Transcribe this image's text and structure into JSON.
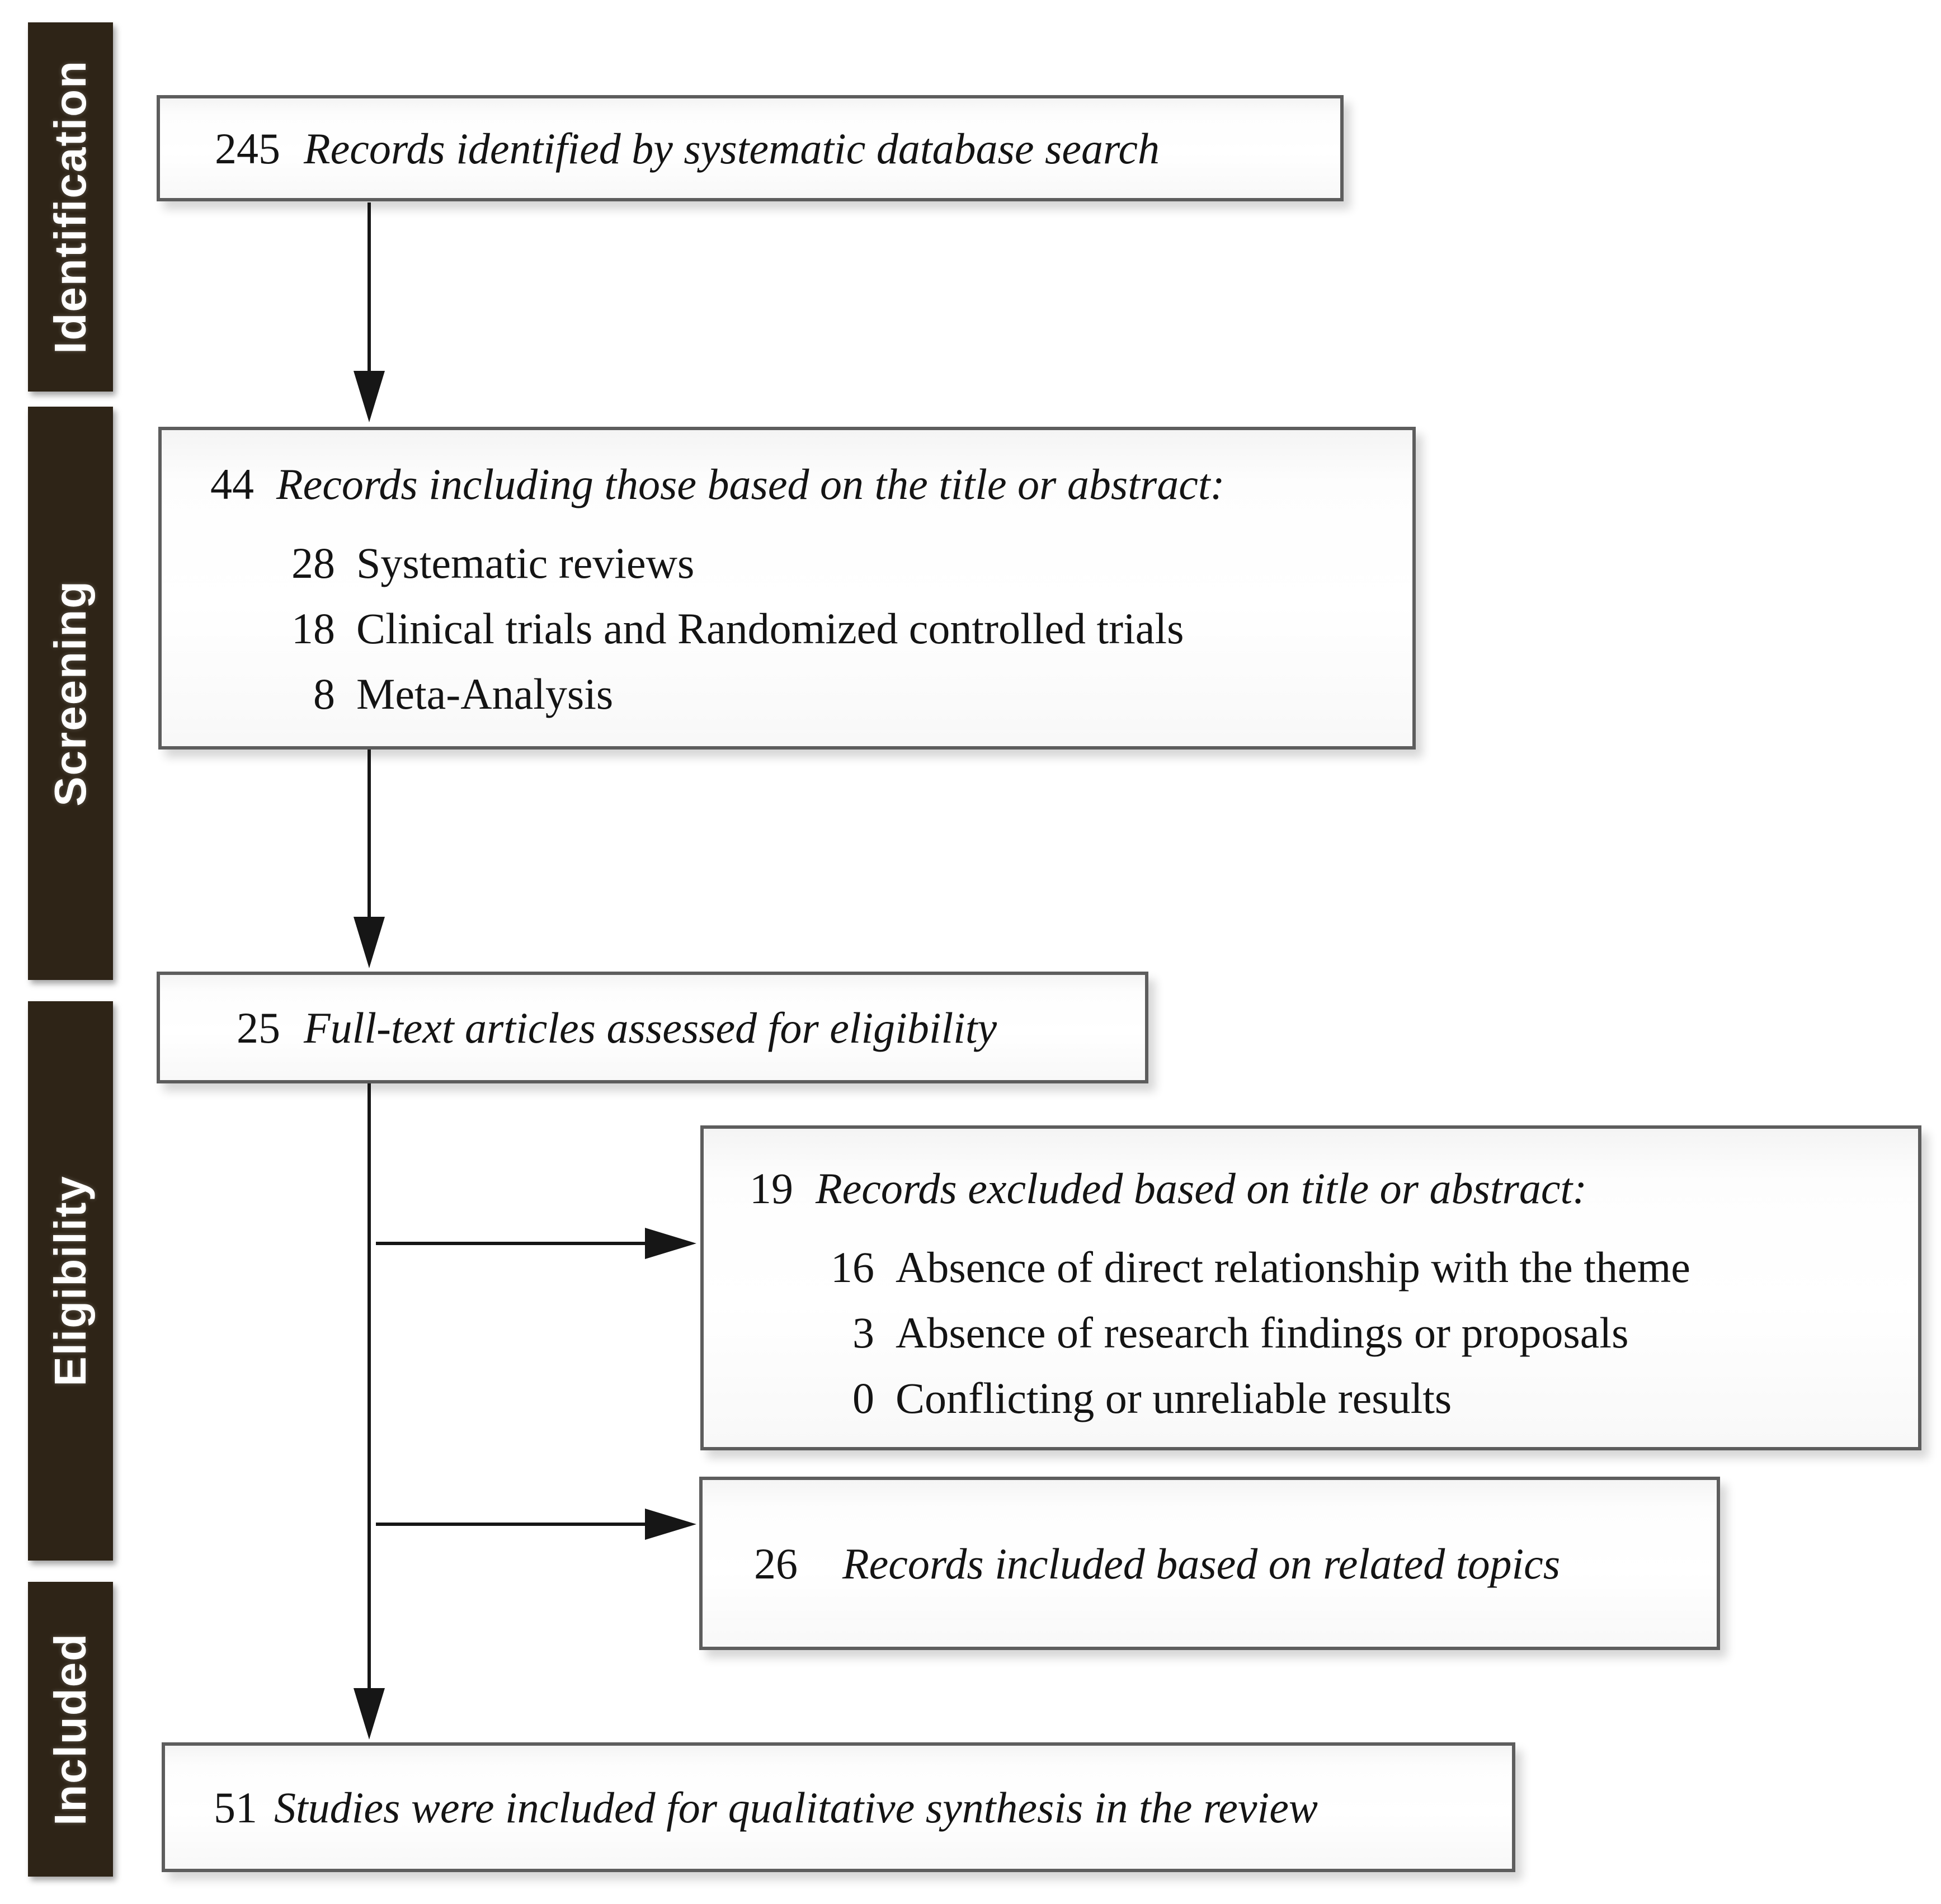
{
  "sidebar": {
    "bands": [
      {
        "label": "Identification"
      },
      {
        "label": "Screening"
      },
      {
        "label": "Eligibility"
      },
      {
        "label": "Included"
      }
    ]
  },
  "boxes": {
    "identified": {
      "count": "245",
      "label": "Records identified by systematic database search"
    },
    "screened": {
      "count": "44",
      "label": "Records including those based on the title or abstract:",
      "items": [
        {
          "count": "28",
          "label": "Systematic reviews"
        },
        {
          "count": "18",
          "label": "Clinical trials and Randomized controlled trials"
        },
        {
          "count": "8",
          "label": "Meta-Analysis"
        }
      ]
    },
    "fulltext": {
      "count": "25",
      "label": "Full-text articles assessed for eligibility"
    },
    "excluded": {
      "count": "19",
      "label": "Records excluded based on title or abstract:",
      "items": [
        {
          "count": "16",
          "label": "Absence of direct relationship with the theme"
        },
        {
          "count": "3",
          "label": "Absence of research findings or proposals"
        },
        {
          "count": "0",
          "label": "Conflicting or unreliable results"
        }
      ]
    },
    "included_related": {
      "count": "26",
      "label": "Records included based on related topics"
    },
    "final": {
      "count": "51",
      "label": "Studies were included for qualitative synthesis in the review"
    }
  },
  "colors": {
    "band_bg": "#2e2417",
    "band_text": "#ffffff",
    "box_border": "#5d5d5d",
    "arrow": "#161616",
    "text": "#141414"
  }
}
